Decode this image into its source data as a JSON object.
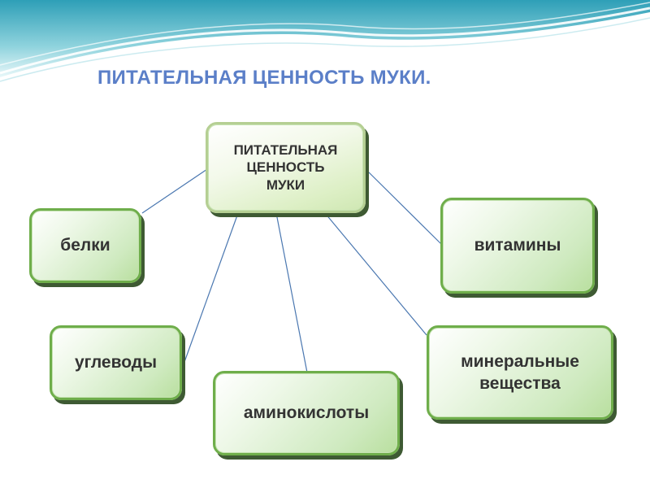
{
  "title": "ПИТАТЕЛЬНАЯ ЦЕННОСТЬ МУКИ.",
  "center_node": {
    "line1": "ПИТАТЕЛЬНАЯ",
    "line2": "ЦЕННОСТЬ",
    "line3": "МУКИ"
  },
  "nodes": {
    "belki": "белки",
    "uglevody": "углеводы",
    "aminokisloty": "аминокислоты",
    "mineralnye_line1": "минеральные",
    "mineralnye_line2": "вещества",
    "vitaminy": "витамины"
  },
  "colors": {
    "title": "#5b7fc8",
    "node_border": "#6fae4b",
    "node_fill": "#cfeac0",
    "connector": "#4a77b0",
    "wave": "#4fb6c6"
  }
}
